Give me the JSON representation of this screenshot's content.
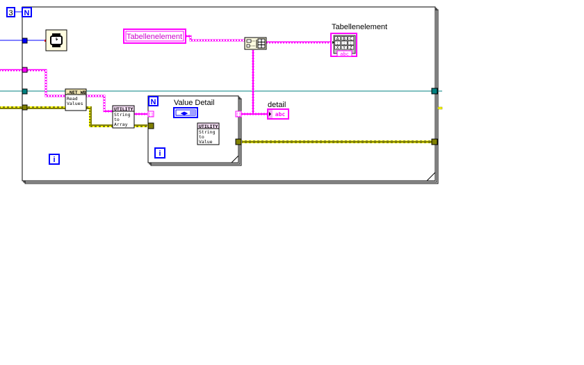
{
  "diagram": {
    "outer_loop": {
      "type": "while-loop",
      "count_constant": "3",
      "count_terminal": "N",
      "iteration_terminal": "i"
    },
    "inner_loop": {
      "type": "for-loop",
      "count_terminal": "N",
      "iteration_terminal": "i"
    },
    "nodes": {
      "wait_timer": {
        "icon": "wristwatch-icon"
      },
      "tabellenelement_local": {
        "label": "Tabellenelement"
      },
      "build_array": {
        "icon": "build-array-icon"
      },
      "tabellenelement_indicator": {
        "label": "Tabellenelement",
        "cells": [
          "A",
          "B",
          "C",
          ":",
          ":",
          ":",
          "X",
          "Y",
          "Z"
        ],
        "type_badge": "abc"
      },
      "read_values": {
        "header": ".NET_WB",
        "lines": [
          "Read",
          "Values"
        ]
      },
      "string_to_array": {
        "header": "UTILITY",
        "lines": [
          "String",
          "to",
          "Array"
        ]
      },
      "value_detail": {
        "label": "Value Detail",
        "value_glyph": "◀▶"
      },
      "string_to_value": {
        "header": "UTILITY",
        "lines": [
          "String",
          "to",
          "Value"
        ]
      },
      "detail_indicator": {
        "label": "detail",
        "type_badge": "abc"
      }
    },
    "tunnel_index_label": "[]",
    "colors": {
      "string_wire": "#ff00ff",
      "numeric_wire": "#0000ff",
      "refnum_wire": "#008080",
      "cluster_wire": "#808000",
      "error_wire_dot": "#ffff00",
      "loop_frame": "#000000",
      "terminal_blue": "#0000ff",
      "header_bg": "#f0e6b2"
    }
  }
}
